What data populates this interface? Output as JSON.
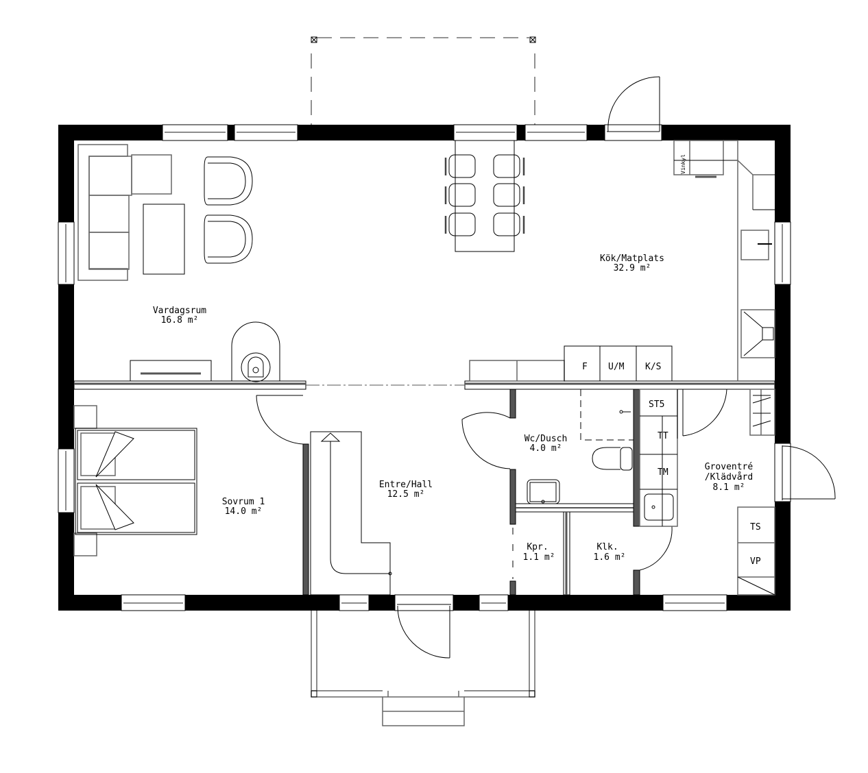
{
  "plan": {
    "rooms": [
      {
        "name": "Vardagsrum",
        "area": "16.8 m²"
      },
      {
        "name": "Kök/Matplats",
        "area": "32.9 m²"
      },
      {
        "name": "Sovrum 1",
        "area": "14.0 m²"
      },
      {
        "name": "Entre/Hall",
        "area": "12.5 m²"
      },
      {
        "name": "Wc/Dusch",
        "area": "4.0 m²"
      },
      {
        "name": "Kpr.",
        "area": "1.1 m²"
      },
      {
        "name": "Klk.",
        "area": "1.6 m²"
      },
      {
        "name": "Groventré",
        "name2": "/Klädvård",
        "area": "8.1 m²"
      }
    ],
    "appliances": {
      "freezer": "F",
      "microwave_oven": "U/M",
      "fridge_freezer": "K/S",
      "storage": "ST5",
      "dryer": "TT",
      "washer": "TM",
      "drying_cabinet": "TS",
      "heat_pump": "VP",
      "corner_cabinet": "Vinkyl"
    }
  }
}
